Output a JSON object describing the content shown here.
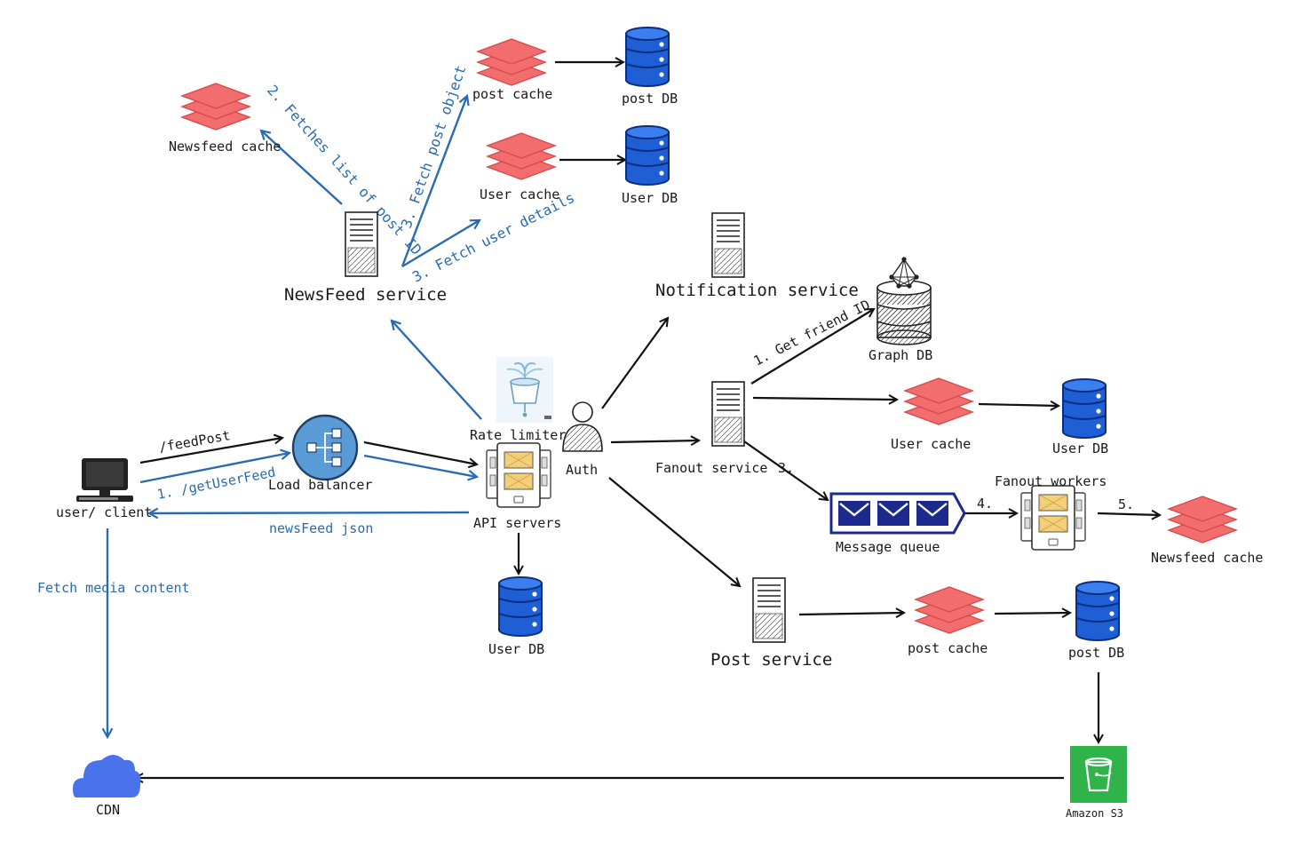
{
  "colors": {
    "cache": "#f26d6d",
    "cache_stroke": "#d94a4a",
    "db": "#1e5fd6",
    "db_stroke": "#0b2f80",
    "flow_blue": "#2a6bb0",
    "flow_black": "#111111",
    "queue": "#1b2a8c",
    "cdn": "#4a72ea",
    "s3": "#2fb34a"
  },
  "nodes": {
    "newsfeed_cache_top": "Newsfeed cache",
    "post_cache_top": "post cache",
    "post_db_top": "post DB",
    "user_cache_top": "User cache",
    "user_db_top": "User DB",
    "newsfeed_service": "NewsFeed service",
    "notification_service": "Notification service",
    "graph_db": "Graph DB",
    "rate_limiter": "Rate limiter",
    "auth": "Auth",
    "load_balancer": "Load balancer",
    "user_client": "user/ client",
    "api_servers": "API servers",
    "fanout_service": "Fanout service",
    "user_cache_mid": "User cache",
    "user_db_mid": "User DB",
    "fanout_workers": "Fanout workers",
    "message_queue": "Message queue",
    "newsfeed_cache_right": "Newsfeed cache",
    "user_db_bottom": "User DB",
    "post_service": "Post service",
    "post_cache_bottom": "post cache",
    "post_db_bottom": "post DB",
    "cdn": "CDN",
    "amazon_s3": "Amazon S3"
  },
  "edges": {
    "feed_post": "/feedPost",
    "get_user_feed": "1. /getUserFeed",
    "newsfeed_json": "newsFeed json",
    "fetch_media": "Fetch media content",
    "fetches_post_ids": "2. Fetches list of post ID",
    "fetch_post_object": "3. Fetch post object",
    "fetch_user_details": "3. Fetch user details",
    "get_friend_id": "1. Get friend ID",
    "step_3": "3.",
    "step_4": "4.",
    "step_5": "5."
  }
}
